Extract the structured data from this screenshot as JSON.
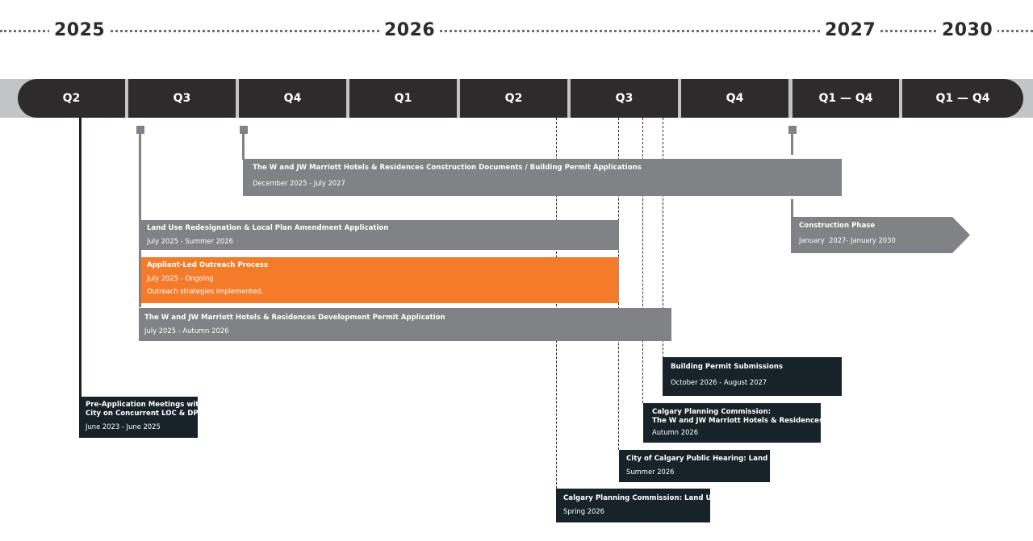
{
  "years": [
    "2025",
    "2026",
    "2027",
    "2030"
  ],
  "quarters": [
    "Q2",
    "Q3",
    "Q4",
    "Q1",
    "Q2",
    "Q3",
    "Q4",
    "Q1 — Q4",
    "Q1 — Q4"
  ],
  "colors": {
    "dark": "#2d2b2c",
    "gray": "#808285",
    "orange": "#f47b2a",
    "navy": "#172229",
    "track": "#c3c4c6"
  },
  "phases": {
    "construction_docs": {
      "title": "The W and JW Marriott Hotels & Residences Construction Documents / Building Permit Applications",
      "dates": "December 2025 - July 2027"
    },
    "land_use": {
      "title": "Land Use Redesignation & Local Plan Amendment Application",
      "dates": "July 2025 - Summer 2026"
    },
    "outreach": {
      "title": "Appliant-Led Outreach Process",
      "dates": "July 2025 - Ongoing",
      "note": "Outreach strategies implemented."
    },
    "development_permit": {
      "title": "The W and JW Marriott Hotels & Residences Development Permit Application",
      "dates": "July 2025 - Autumn 2026"
    },
    "construction_phase": {
      "title": "Construction Phase",
      "dates": "January  2027- January 2030"
    }
  },
  "milestones": {
    "pre_application": {
      "title_line1": "Pre-Application Meetings with",
      "title_line2": "City on Concurrent LOC & DP",
      "dates": "June 2023 - June 2025"
    },
    "building_permit": {
      "title": "Building Permit Submissions",
      "dates": "October 2026 - August 2027"
    },
    "cpc_dp": {
      "title_line1": "Calgary Planning Commission:",
      "title_line2": "The W and JW Marriott Hotels & Residences DP",
      "dates": "Autumn 2026"
    },
    "public_hearing": {
      "title": "City of Calgary Public Hearing: Land Use",
      "dates": "Summer 2026"
    },
    "cpc_land_use": {
      "title": "Calgary Planning Commission: Land Use",
      "dates": "Spring 2026"
    }
  }
}
